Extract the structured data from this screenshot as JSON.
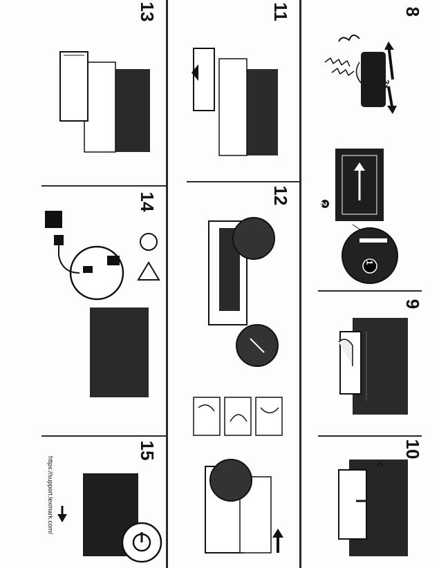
{
  "steps": {
    "s8": "8",
    "s9": "9",
    "s10": "10",
    "s11": "11",
    "s12": "12",
    "s13": "13",
    "s14": "14",
    "s15": "15"
  },
  "labels": {
    "shake": "3x",
    "callout_1": "1",
    "callout_2": "2"
  },
  "footer_url": "https://support.lexmark.com/",
  "colors": {
    "ink": "#111111",
    "paper": "#fdfdfc",
    "rule": "#2a2a2a"
  }
}
